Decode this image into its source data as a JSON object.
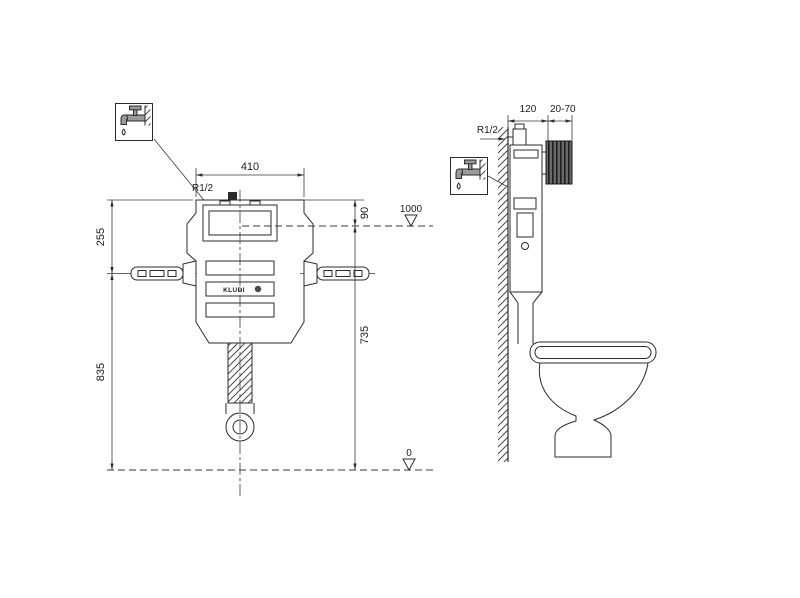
{
  "colors": {
    "background": "#ffffff",
    "line": "#2b2b2b",
    "plate_fill": "#555555"
  },
  "icons": {
    "water_supply": "faucet-icon",
    "level_marker": "triangle-down-icon"
  },
  "front_view": {
    "dimensions": {
      "top_width": "410",
      "inlet": "R1/2",
      "upper_left": "255",
      "lower_left": "835",
      "upper_right": "90",
      "lower_right": "735"
    },
    "levels": {
      "upper": "1000",
      "lower": "0"
    },
    "brand": "KLUDI"
  },
  "side_view": {
    "dimensions": {
      "depth": "120",
      "adjustment_range": "20-70",
      "inlet": "R1/2"
    }
  }
}
